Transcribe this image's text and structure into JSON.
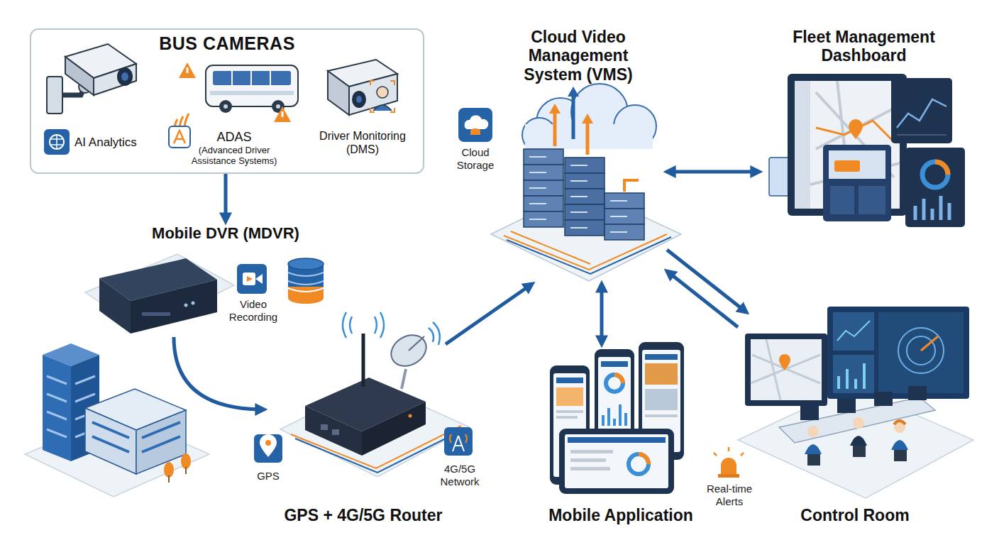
{
  "diagram": {
    "nodes": [
      {
        "text": [
          "BUS CAMERAS"
        ]
      },
      {
        "text": [
          "AI Analytics"
        ],
        "in": 0
      },
      {
        "text": [
          "ADAS",
          "(Advanced Driver Assistance Systems)"
        ],
        "in": 0
      },
      {
        "text": [
          "Driver Monitoring (DMS)"
        ],
        "in": 0
      },
      {
        "text": [
          "Mobile DVR (MDVR)"
        ]
      },
      {
        "text": [
          "GPS + 4G/5G Router"
        ]
      },
      {
        "text": [
          "Cloud Video Management System (VMS)"
        ]
      },
      {
        "text": [
          "Fleet Management Dashboard"
        ]
      },
      {
        "text": [
          "Mobile Application"
        ]
      },
      {
        "text": [
          "Control Room"
        ]
      }
    ],
    "edges": [
      {
        "from": 0,
        "to": 4,
        "arrow": "to"
      },
      {
        "from": 4,
        "to": 5,
        "arrow": "to"
      },
      {
        "from": 5,
        "to": 6,
        "arrow": "to"
      },
      {
        "from": 6,
        "to": 7,
        "arrow": "both"
      },
      {
        "from": 6,
        "to": 8,
        "arrow": "both"
      },
      {
        "from": 6,
        "to": 9,
        "arrow": "to"
      },
      {
        "from": 9,
        "to": 6,
        "arrow": "to"
      }
    ],
    "labels": [
      "Video Recording",
      "Cloud Storage",
      "GPS",
      "4G/5G Network",
      "Real-time Alerts"
    ]
  }
}
